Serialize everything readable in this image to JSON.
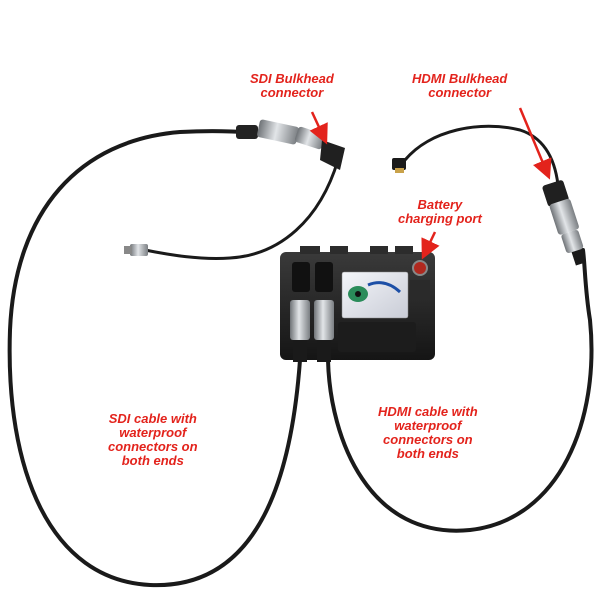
{
  "labels": {
    "sdi_bulkhead": [
      "SDI Bulkhead",
      "connector"
    ],
    "hdmi_bulkhead": [
      "HDMI Bulkhead",
      "connector"
    ],
    "battery_port": [
      "Battery",
      "charging port"
    ],
    "sdi_cable": [
      "SDI cable with",
      "waterproof",
      "connectors on",
      "both ends"
    ],
    "hdmi_cable": [
      "HDMI cable with",
      "waterproof",
      "connectors on",
      "both ends"
    ]
  },
  "colors": {
    "label": "#e3231c",
    "cable": "#1a1a1a",
    "housing": "#262626",
    "metal": "#a8adb2"
  }
}
